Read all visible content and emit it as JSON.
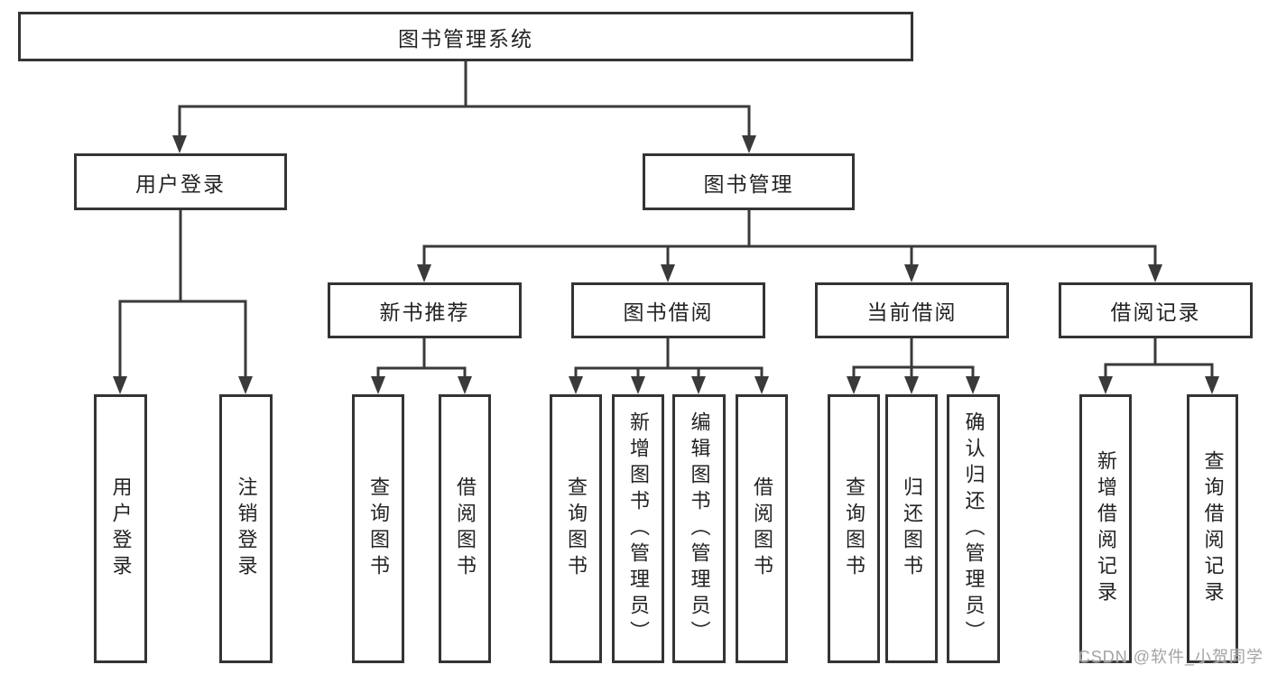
{
  "diagram": {
    "root": {
      "label": "图书管理系统"
    },
    "branches": [
      {
        "label": "用户登录",
        "children": [
          {
            "label": "用户登录"
          },
          {
            "label": "注销登录"
          }
        ]
      },
      {
        "label": "图书管理",
        "children": [
          {
            "label": "新书推荐",
            "children": [
              {
                "label": "查询图书"
              },
              {
                "label": "借阅图书"
              }
            ]
          },
          {
            "label": "图书借阅",
            "children": [
              {
                "label": "查询图书"
              },
              {
                "label": "新增图书（管理员）"
              },
              {
                "label": "编辑图书（管理员）"
              },
              {
                "label": "借阅图书"
              }
            ]
          },
          {
            "label": "当前借阅",
            "children": [
              {
                "label": "查询图书"
              },
              {
                "label": "归还图书"
              },
              {
                "label": "确认归还（管理员）"
              }
            ]
          },
          {
            "label": "借阅记录",
            "children": [
              {
                "label": "新增借阅记录"
              },
              {
                "label": "查询借阅记录"
              }
            ]
          }
        ]
      }
    ]
  },
  "watermark": {
    "text": "CSDN @软件_小贺同学"
  },
  "colors": {
    "line": "#3a3a3a",
    "box_border": "#343434",
    "text": "#232323",
    "background": "#ffffff",
    "watermark": "#a3a3a3"
  }
}
